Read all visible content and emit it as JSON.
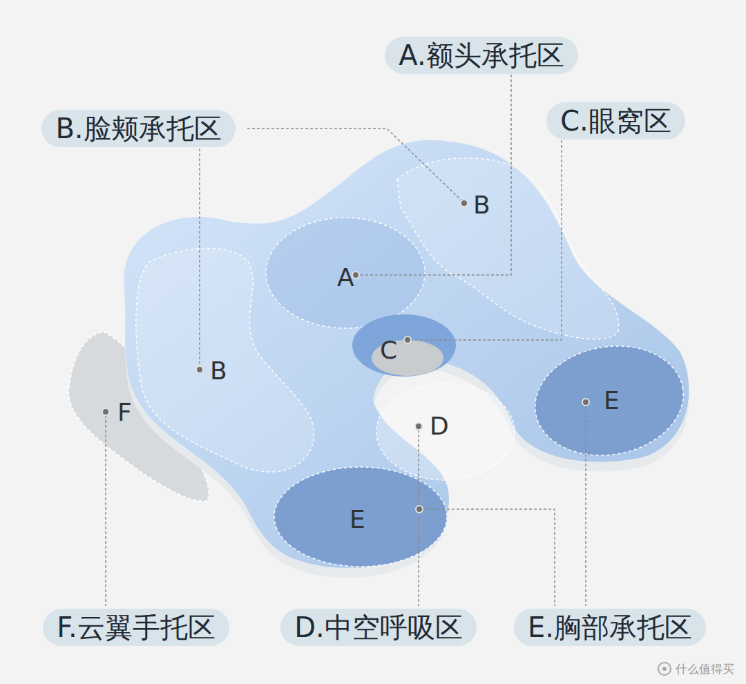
{
  "diagram": {
    "nodes": [
      {
        "text": [
          "A.额头承托区"
        ]
      },
      {
        "text": [
          "B.脸颊承托区"
        ]
      },
      {
        "text": [
          "C.眼窝区"
        ]
      },
      {
        "text": [
          "F.云翼手托区"
        ]
      },
      {
        "text": [
          "D.中空呼吸区"
        ]
      },
      {
        "text": [
          "E.胸部承托区"
        ]
      }
    ],
    "labels": [
      "B",
      "A",
      "C",
      "B",
      "E",
      "F",
      "D",
      "E",
      "什么值得买"
    ]
  }
}
